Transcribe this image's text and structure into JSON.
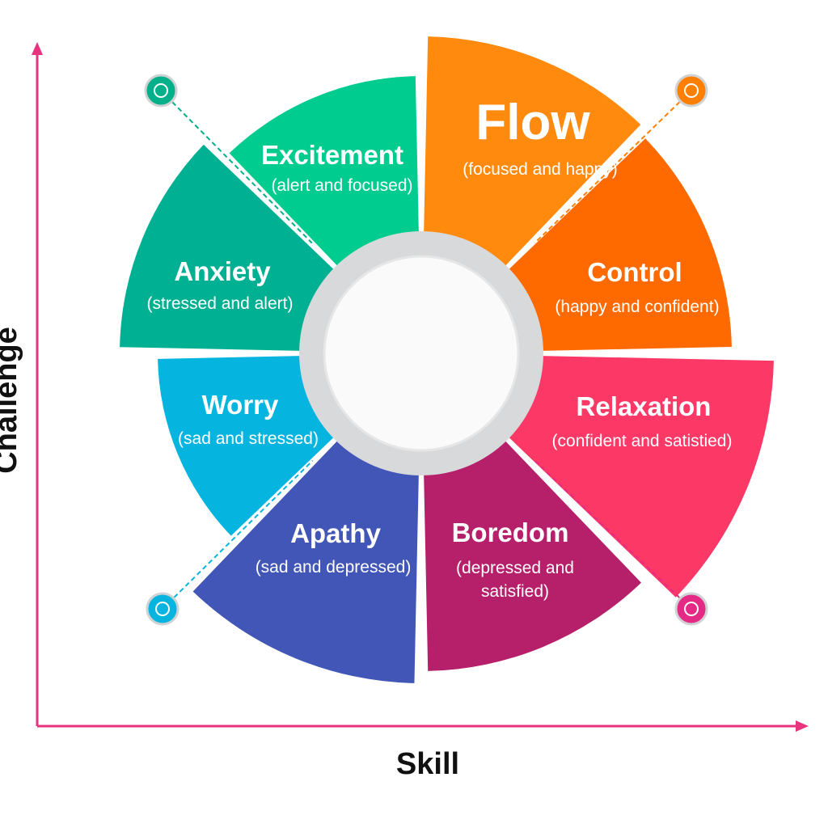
{
  "axes": {
    "x_label": "Skill",
    "y_label": "Challenge",
    "axis_color": "#e8337f"
  },
  "sectors": [
    {
      "name": "Control",
      "subtitle": "(happy and confident)",
      "color": "#ff6a00"
    },
    {
      "name": "Relaxation",
      "subtitle": "(confident and satistied)",
      "color": "#fb3866"
    },
    {
      "name": "Boredom",
      "subtitle": "(depressed and",
      "subtitle2": "satisfied)",
      "color": "#b6206b"
    },
    {
      "name": "Apathy",
      "subtitle": "(sad and depressed)",
      "color": "#4256b8"
    },
    {
      "name": "Worry",
      "subtitle": "(sad and stressed)",
      "color": "#06b4e0"
    },
    {
      "name": "Anxiety",
      "subtitle": "(stressed and alert)",
      "color": "#00b092"
    },
    {
      "name": "Excitement",
      "subtitle": "(alert and focused)",
      "color": "#00cc8f"
    },
    {
      "name": "Flow",
      "subtitle": "(focused and happy)",
      "color": "#ff8a0e"
    }
  ],
  "corner_markers": [
    {
      "color": "#00b08a"
    },
    {
      "color": "#ff8000"
    },
    {
      "color": "#06b4e0"
    },
    {
      "color": "#e52a86"
    }
  ]
}
